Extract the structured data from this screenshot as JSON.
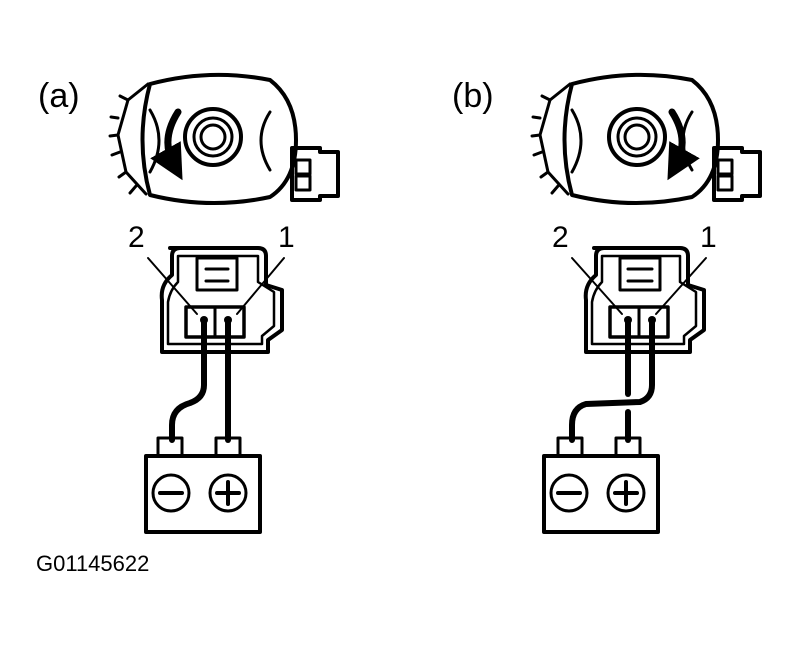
{
  "figure_code": "G01145622",
  "panels": [
    {
      "label": "(a)",
      "pin_left": "2",
      "pin_right": "1",
      "rotation": "counterclockwise",
      "battery": {
        "left_terminal": "−",
        "right_terminal": "+"
      },
      "wiring": "pin 2 to battery negative, pin 1 to battery positive"
    },
    {
      "label": "(b)",
      "pin_left": "2",
      "pin_right": "1",
      "rotation": "clockwise",
      "battery": {
        "left_terminal": "−",
        "right_terminal": "+"
      },
      "wiring": "pin 1 to battery negative, pin 2 to battery positive"
    }
  ]
}
